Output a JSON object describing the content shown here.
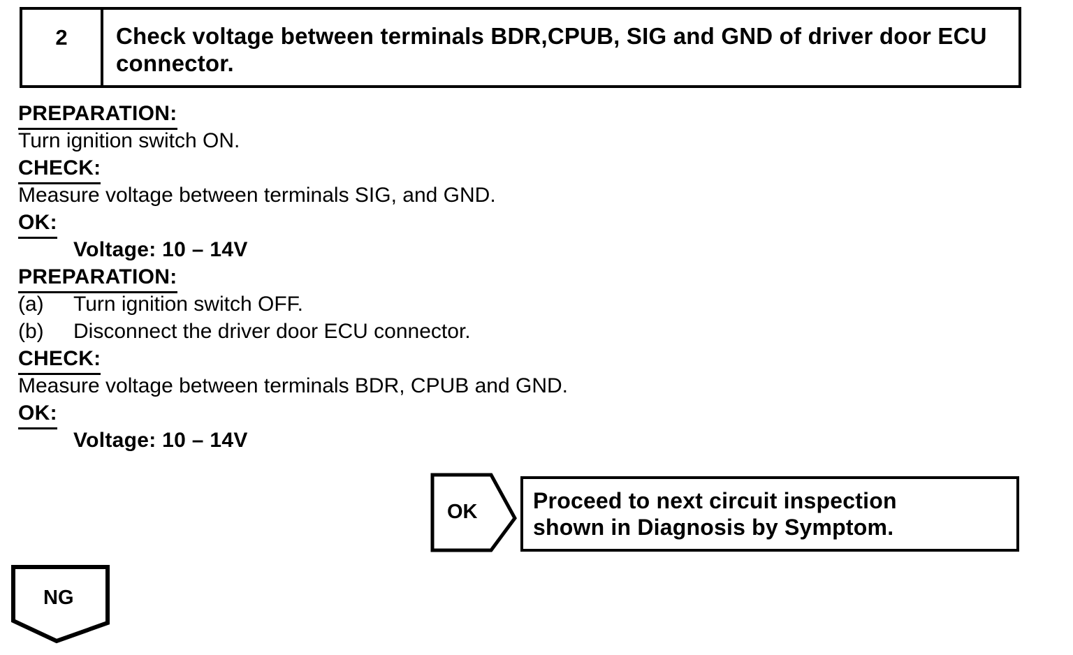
{
  "colors": {
    "ink": "#000000",
    "paper": "#ffffff"
  },
  "step": {
    "number": "2",
    "title": "Check voltage between terminals BDR,CPUB, SIG and GND of driver door ECU connector."
  },
  "procedure": {
    "lines": [
      {
        "kind": "label",
        "text": "PREPARATION:"
      },
      {
        "kind": "body",
        "text": "Turn ignition switch ON."
      },
      {
        "kind": "label",
        "text": "CHECK:"
      },
      {
        "kind": "body",
        "text": "Measure voltage between terminals SIG, and GND."
      },
      {
        "kind": "label",
        "text": "OK:"
      },
      {
        "kind": "spec",
        "text": "Voltage: 10 – 14V"
      },
      {
        "kind": "label",
        "text": "PREPARATION:"
      },
      {
        "kind": "step",
        "marker": "(a)",
        "text": "Turn ignition switch OFF."
      },
      {
        "kind": "step",
        "marker": "(b)",
        "text": "Disconnect the driver door ECU connector."
      },
      {
        "kind": "label",
        "text": "CHECK:"
      },
      {
        "kind": "body",
        "text": "Measure voltage between terminals BDR, CPUB and GND."
      },
      {
        "kind": "label",
        "text": "OK:"
      },
      {
        "kind": "spec",
        "text": "Voltage: 10 – 14V"
      }
    ]
  },
  "result_ok": {
    "badge": "OK",
    "action_line1": "Proceed to next circuit inspection",
    "action_line2": "shown in Diagnosis by Symptom."
  },
  "result_ng": {
    "badge": "NG"
  }
}
